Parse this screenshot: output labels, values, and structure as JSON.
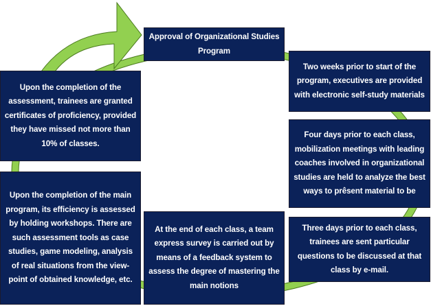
{
  "colors": {
    "box_fill": "#0b2259",
    "arrow": "#92d050",
    "text": "#ffffff"
  },
  "steps": [
    {
      "text": "Approval of Organizational Studies Program"
    },
    {
      "text": "Two weeks prior to start of the program, executives are provided with electronic self-study materials"
    },
    {
      "text": "Four days prior to each class, mobilization meetings with leading coaches involved in organizational studies are held to analyze the best ways to prêsent material to be"
    },
    {
      "text": "Three days prior to each class, trainees are sent particular questions to be discussed at that class by e-mail."
    },
    {
      "text": "At the end of each class, a team express survey is carried out by means of a feedback system to assess the degree of mastering the main notions"
    },
    {
      "text": "Upon the completion of the main program, its efficiency is assessed by holding workshops. There are such assessment tools as case studies, game modeling, analysis of real situations from the view-point of obtained knowledge, etc."
    },
    {
      "text": "Upon the completion of the assessment, trainees are granted certificates of proficiency, provided they have missed not more than 10% of classes."
    }
  ]
}
